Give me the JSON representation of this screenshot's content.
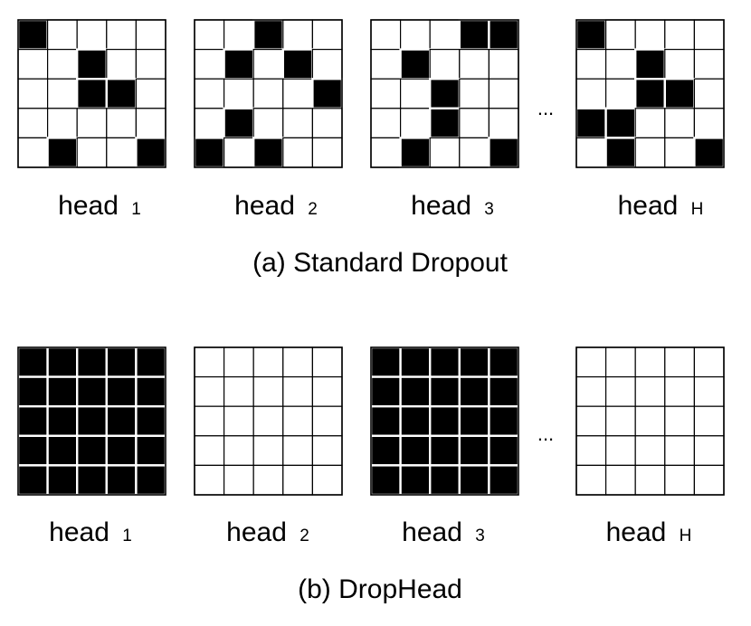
{
  "figure": {
    "panels": [
      {
        "caption": "(a) Standard Dropout",
        "ellipsis": "...",
        "heads": [
          {
            "word": "head",
            "sub": "1",
            "mask": [
              [
                1,
                0,
                0,
                0,
                0
              ],
              [
                0,
                0,
                1,
                0,
                0
              ],
              [
                0,
                0,
                1,
                1,
                0
              ],
              [
                0,
                0,
                0,
                0,
                0
              ],
              [
                0,
                1,
                0,
                0,
                1
              ]
            ]
          },
          {
            "word": "head",
            "sub": "2",
            "mask": [
              [
                0,
                0,
                1,
                0,
                0
              ],
              [
                0,
                1,
                0,
                1,
                0
              ],
              [
                0,
                0,
                0,
                0,
                1
              ],
              [
                0,
                1,
                0,
                0,
                0
              ],
              [
                1,
                0,
                1,
                0,
                0
              ]
            ]
          },
          {
            "word": "head",
            "sub": "3",
            "mask": [
              [
                0,
                0,
                0,
                1,
                1
              ],
              [
                0,
                1,
                0,
                0,
                0
              ],
              [
                0,
                0,
                1,
                0,
                0
              ],
              [
                0,
                0,
                1,
                0,
                0
              ],
              [
                0,
                1,
                0,
                0,
                1
              ]
            ]
          },
          {
            "word": "head",
            "sub": "H",
            "mask": [
              [
                1,
                0,
                0,
                0,
                0
              ],
              [
                0,
                0,
                1,
                0,
                0
              ],
              [
                0,
                0,
                1,
                1,
                0
              ],
              [
                1,
                1,
                0,
                0,
                0
              ],
              [
                0,
                1,
                0,
                0,
                1
              ]
            ]
          }
        ]
      },
      {
        "caption": "(b) DropHead",
        "ellipsis": "...",
        "heads": [
          {
            "word": "head",
            "sub": "1",
            "mask": [
              [
                1,
                1,
                1,
                1,
                1
              ],
              [
                1,
                1,
                1,
                1,
                1
              ],
              [
                1,
                1,
                1,
                1,
                1
              ],
              [
                1,
                1,
                1,
                1,
                1
              ],
              [
                1,
                1,
                1,
                1,
                1
              ]
            ]
          },
          {
            "word": "head",
            "sub": "2",
            "mask": [
              [
                0,
                0,
                0,
                0,
                0
              ],
              [
                0,
                0,
                0,
                0,
                0
              ],
              [
                0,
                0,
                0,
                0,
                0
              ],
              [
                0,
                0,
                0,
                0,
                0
              ],
              [
                0,
                0,
                0,
                0,
                0
              ]
            ]
          },
          {
            "word": "head",
            "sub": "3",
            "mask": [
              [
                1,
                1,
                1,
                1,
                1
              ],
              [
                1,
                1,
                1,
                1,
                1
              ],
              [
                1,
                1,
                1,
                1,
                1
              ],
              [
                1,
                1,
                1,
                1,
                1
              ],
              [
                1,
                1,
                1,
                1,
                1
              ]
            ]
          },
          {
            "word": "head",
            "sub": "H",
            "mask": [
              [
                0,
                0,
                0,
                0,
                0
              ],
              [
                0,
                0,
                0,
                0,
                0
              ],
              [
                0,
                0,
                0,
                0,
                0
              ],
              [
                0,
                0,
                0,
                0,
                0
              ],
              [
                0,
                0,
                0,
                0,
                0
              ]
            ]
          }
        ]
      }
    ],
    "colors": {
      "dropped": "#000000",
      "kept": "#ffffff",
      "grid_line": "#000000"
    }
  }
}
